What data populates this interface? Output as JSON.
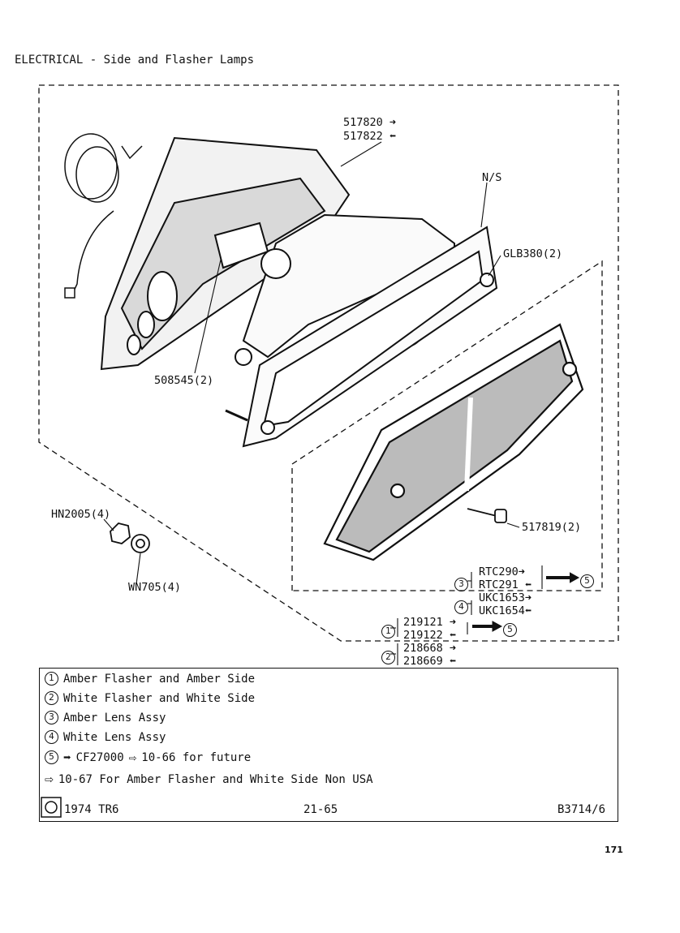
{
  "header": {
    "title": "ELECTRICAL - Side and Flasher Lamps"
  },
  "parts": {
    "p517820": "517820",
    "p517822": "517822",
    "ns": "N/S",
    "glb380": "GLB380(2)",
    "p508545": "508545(2)",
    "p517819": "517819(2)",
    "hn2005": "HN2005(4)",
    "wn705": "WN705(4)",
    "rtc290": "RTC290",
    "rtc291": "RTC291",
    "ukc1653": "UKC1653",
    "ukc1654": "UKC1654",
    "p219121": "219121",
    "p219122": "219122",
    "p218668": "218668",
    "p218669": "218669"
  },
  "callouts": {
    "c1": "1",
    "c2": "2",
    "c3": "3",
    "c4": "4",
    "c5": "5"
  },
  "legend": {
    "row1": "Amber Flasher and Amber Side",
    "row2": "White Flasher and White Side",
    "row3": "Amber Lens Assy",
    "row4": "White Lens Assy",
    "row5_code": "CF27000",
    "row5_text": "10-66 for future",
    "row6": "10-67 For Amber Flasher and White Side Non USA"
  },
  "footer": {
    "model": "1974 TR6",
    "ref": "21-65",
    "plate": "B3714/6"
  },
  "page_number": "171"
}
